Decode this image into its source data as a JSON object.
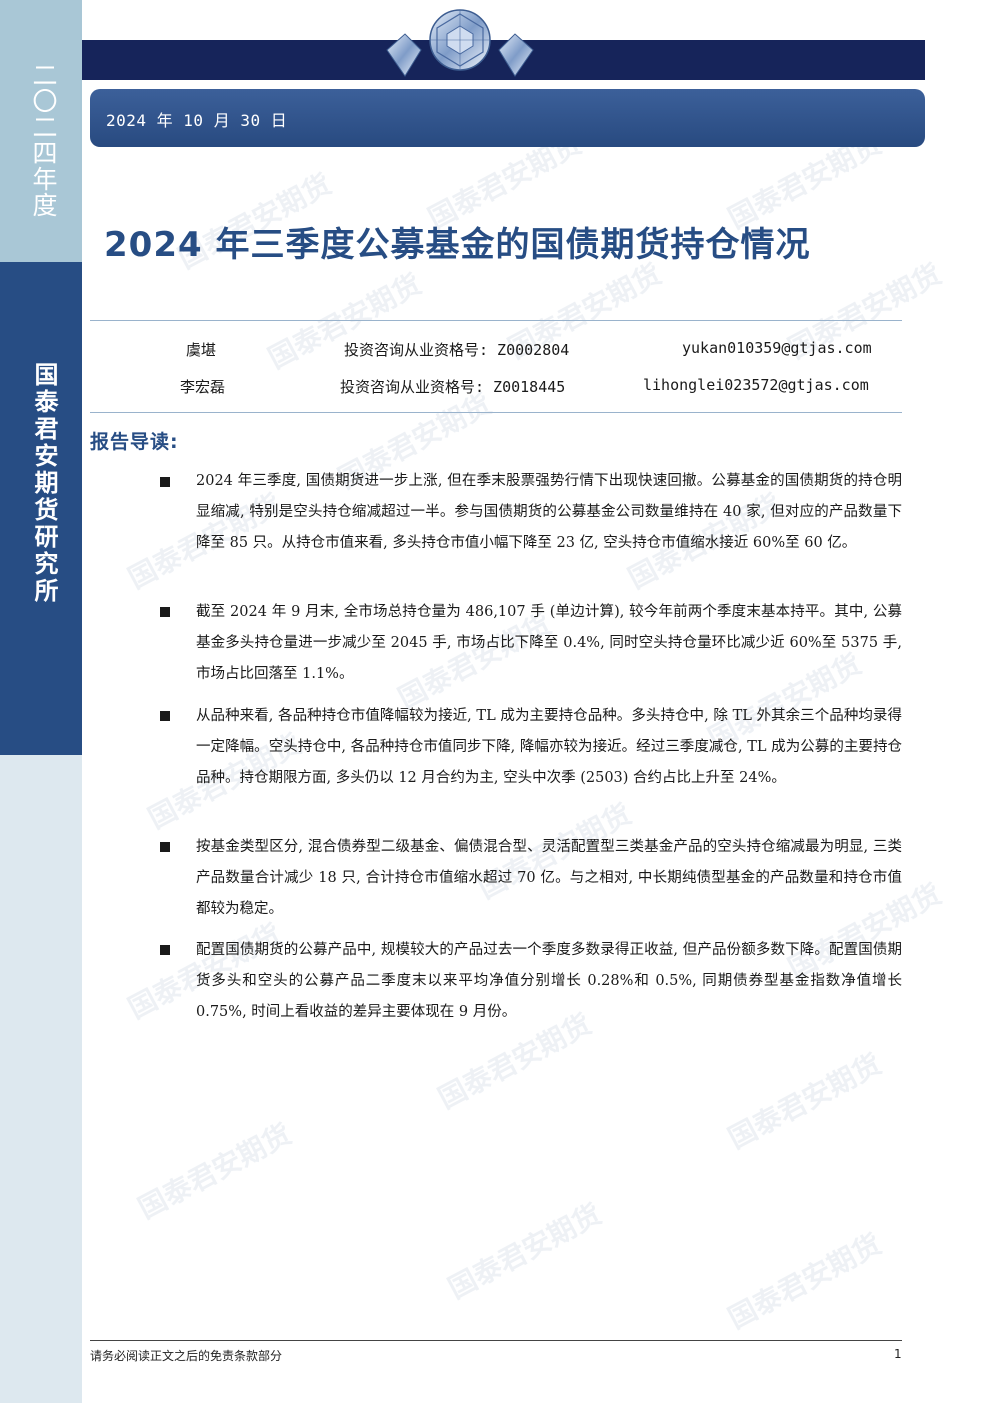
{
  "sidebar": {
    "year_vertical": "二〇二四年度",
    "org_vertical": "国泰君安期货研究所"
  },
  "header": {
    "date": "2024 年 10 月 30 日",
    "title": "2024 年三季度公募基金的国债期货持仓情况"
  },
  "authors": [
    {
      "name": "虞堪",
      "cert": "投资咨询从业资格号: Z0002804",
      "email": "yukan010359@gtjas.com"
    },
    {
      "name": "李宏磊",
      "cert": "投资咨询从业资格号: Z0018445",
      "email": "lihonglei023572@gtjas.com"
    }
  ],
  "guide": {
    "heading": "报告导读:",
    "paragraphs": [
      "2024 年三季度, 国债期货进一步上涨, 但在季末股票强势行情下出现快速回撤。公募基金的国债期货的持仓明显缩减, 特别是空头持仓缩减超过一半。参与国债期货的公募基金公司数量维持在 40 家, 但对应的产品数量下降至 85 只。从持仓市值来看, 多头持仓市值小幅下降至 23 亿, 空头持仓市值缩水接近 60%至 60 亿。",
      "截至 2024 年 9 月末, 全市场总持仓量为 486,107 手 (单边计算), 较今年前两个季度末基本持平。其中, 公募基金多头持仓量进一步减少至 2045 手, 市场占比下降至 0.4%, 同时空头持仓量环比减少近 60%至 5375 手, 市场占比回落至 1.1%。",
      "从品种来看, 各品种持仓市值降幅较为接近, TL 成为主要持仓品种。多头持仓中, 除 TL 外其余三个品种均录得一定降幅。空头持仓中, 各品种持仓市值同步下降, 降幅亦较为接近。经过三季度减仓, TL 成为公募的主要持仓品种。持仓期限方面, 多头仍以 12 月合约为主, 空头中次季 (2503) 合约占比上升至 24%。",
      "按基金类型区分, 混合债券型二级基金、偏债混合型、灵活配置型三类基金产品的空头持仓缩减最为明显, 三类产品数量合计减少 18 只, 合计持仓市值缩水超过 70 亿。与之相对, 中长期纯债型基金的产品数量和持仓市值都较为稳定。",
      "配置国债期货的公募产品中, 规模较大的产品过去一个季度多数录得正收益, 但产品份额多数下降。配置国债期货多头和空头的公募产品二季度末以来平均净值分别增长 0.28%和 0.5%, 同期债券型基金指数净值增长 0.75%, 时间上看收益的差异主要体现在 9 月份。"
    ]
  },
  "footer": {
    "disclaimer": "请务必阅读正文之后的免责条款部分",
    "page_number": "1"
  },
  "watermark": {
    "text": "国泰君安期货"
  },
  "colors": {
    "brand_navy": "#16245a",
    "brand_blue": "#274d84",
    "sidebar_light": "#a9c7d6"
  }
}
